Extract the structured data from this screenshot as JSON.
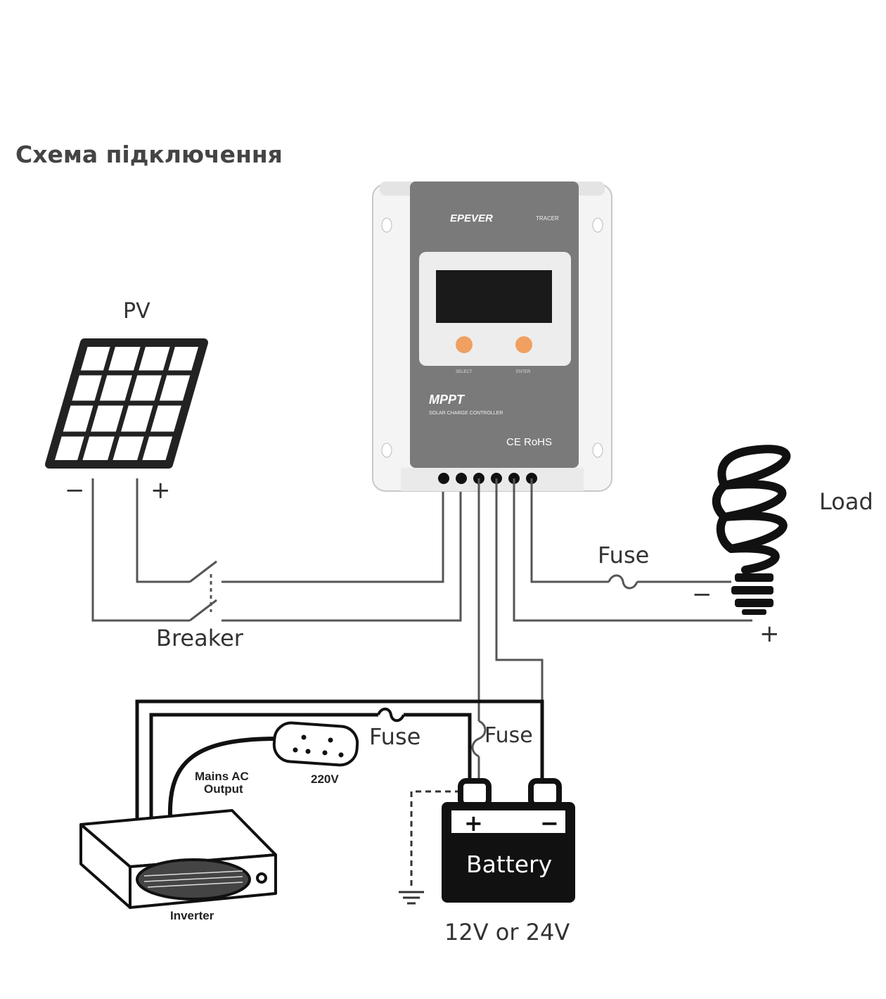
{
  "page": {
    "title": "Схема підключення"
  },
  "diagram": {
    "pv_label": "PV",
    "pv_minus": "−",
    "pv_plus": "+",
    "breaker_label": "Breaker",
    "controller": {
      "brand": "EPEVER",
      "model": "TRACER",
      "type": "MPPT",
      "subtitle": "SOLAR CHARGE CONTROLLER",
      "cert": "CE RoHS",
      "btn_left": "SELECT",
      "btn_right": "ENTER"
    },
    "load_label": "Load",
    "load_fuse_label": "Fuse",
    "load_minus": "−",
    "load_plus": "+",
    "inverter_fuse_label": "Fuse",
    "battery_fuse_label": "Fuse",
    "mains_label_1": "Mains AC",
    "mains_label_2": "Output",
    "socket_voltage": "220V",
    "inverter_label": "Inverter",
    "battery_label": "Battery",
    "battery_plus": "+",
    "battery_minus": "−",
    "battery_voltage": "12V or 24V"
  }
}
